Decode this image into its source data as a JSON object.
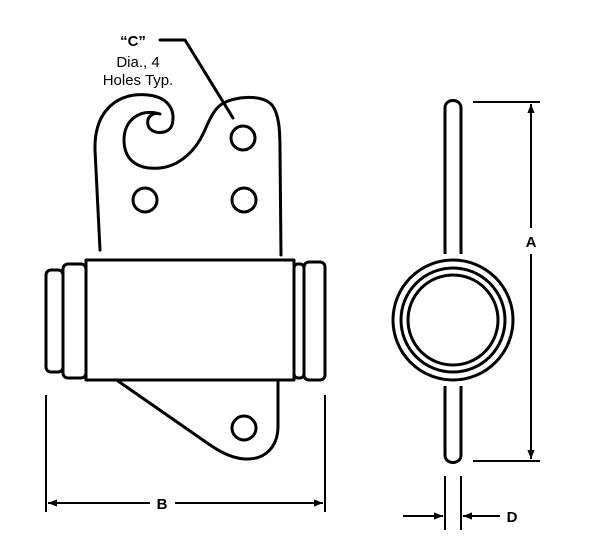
{
  "callout": {
    "label": "“C”",
    "line1": "Dia., 4",
    "line2": "Holes Typ."
  },
  "dimensions": {
    "a": "A",
    "b": "B",
    "d": "D"
  }
}
